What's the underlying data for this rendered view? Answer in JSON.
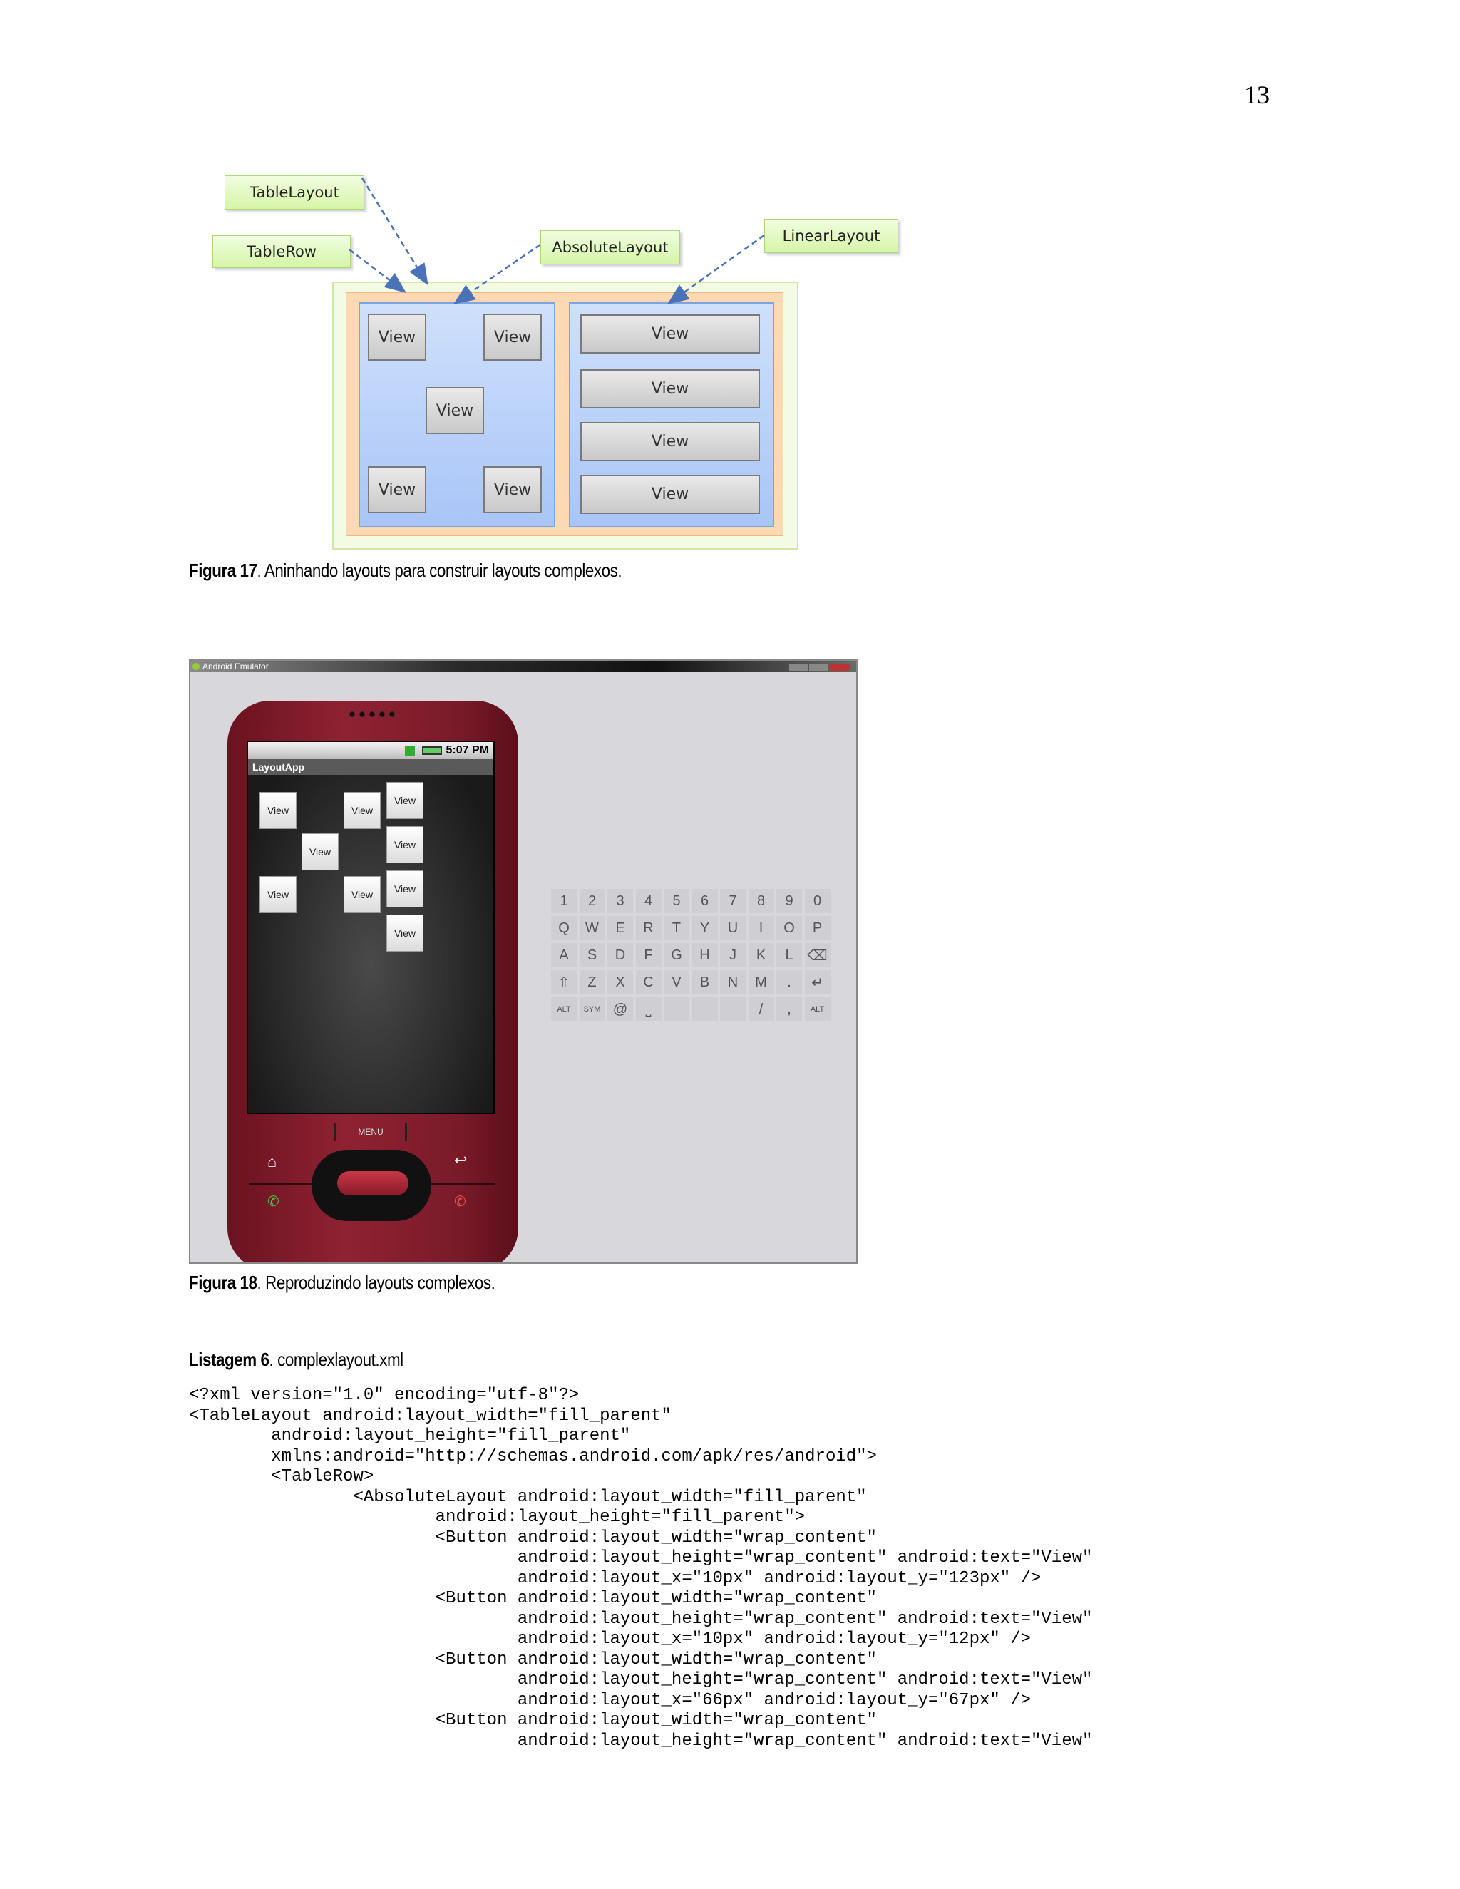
{
  "page": {
    "number": "13"
  },
  "figure17": {
    "labels": {
      "table_layout": "TableLayout",
      "table_row": "TableRow",
      "absolute_layout": "AbsoluteLayout",
      "linear_layout": "LinearLayout"
    },
    "view_label": "View",
    "caption_label": "Figura 17",
    "caption_text": ". Aninhando layouts para construir layouts complexos."
  },
  "figure18": {
    "window_title": "Android Emulator",
    "status_time": "5:07 PM",
    "app_title": "LayoutApp",
    "button_label": "View",
    "menu_label": "MENU",
    "keyboard_rows": [
      [
        "1",
        "2",
        "3",
        "4",
        "5",
        "6",
        "7",
        "8",
        "9",
        "0"
      ],
      [
        "Q",
        "W",
        "E",
        "R",
        "T",
        "Y",
        "U",
        "I",
        "O",
        "P"
      ],
      [
        "A",
        "S",
        "D",
        "F",
        "G",
        "H",
        "J",
        "K",
        "L",
        "⌫"
      ],
      [
        "⇧",
        "Z",
        "X",
        "C",
        "V",
        "B",
        "N",
        "M",
        ".",
        "↵"
      ],
      [
        "ALT",
        "SYM",
        "@",
        "⎵",
        "",
        "",
        "",
        "/",
        ",",
        "ALT"
      ]
    ],
    "caption_label": "Figura 18",
    "caption_text": ". Reproduzindo layouts complexos."
  },
  "listing": {
    "caption_label": "Listagem 6",
    "caption_text": ". complexlayout.xml",
    "code": "<?xml version=\"1.0\" encoding=\"utf-8\"?>\n<TableLayout android:layout_width=\"fill_parent\"\n        android:layout_height=\"fill_parent\"\n        xmlns:android=\"http://schemas.android.com/apk/res/android\">\n        <TableRow>\n                <AbsoluteLayout android:layout_width=\"fill_parent\"\n                        android:layout_height=\"fill_parent\">\n                        <Button android:layout_width=\"wrap_content\"\n                                android:layout_height=\"wrap_content\" android:text=\"View\"\n                                android:layout_x=\"10px\" android:layout_y=\"123px\" />\n                        <Button android:layout_width=\"wrap_content\"\n                                android:layout_height=\"wrap_content\" android:text=\"View\"\n                                android:layout_x=\"10px\" android:layout_y=\"12px\" />\n                        <Button android:layout_width=\"wrap_content\"\n                                android:layout_height=\"wrap_content\" android:text=\"View\"\n                                android:layout_x=\"66px\" android:layout_y=\"67px\" />\n                        <Button android:layout_width=\"wrap_content\"\n                                android:layout_height=\"wrap_content\" android:text=\"View\""
  }
}
